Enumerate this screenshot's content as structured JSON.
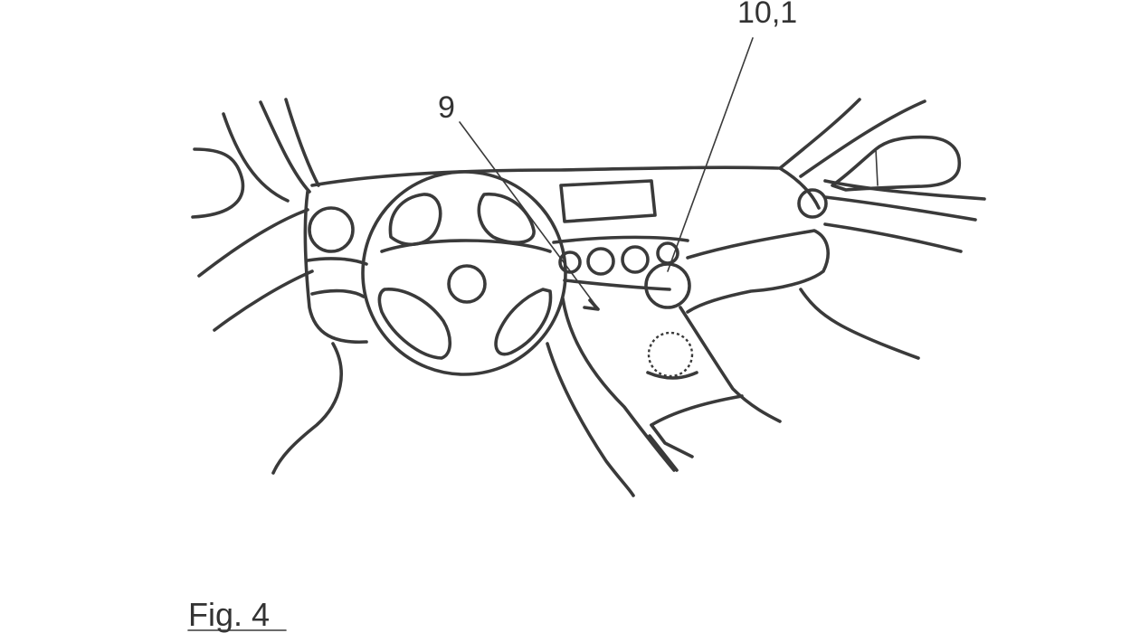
{
  "labels": {
    "ref_9": "9",
    "ref_10_1": "10,1",
    "figure_caption": "Fig. 4"
  },
  "colors": {
    "line": "#3a3a3a",
    "text": "#333333",
    "background": "#ffffff"
  }
}
